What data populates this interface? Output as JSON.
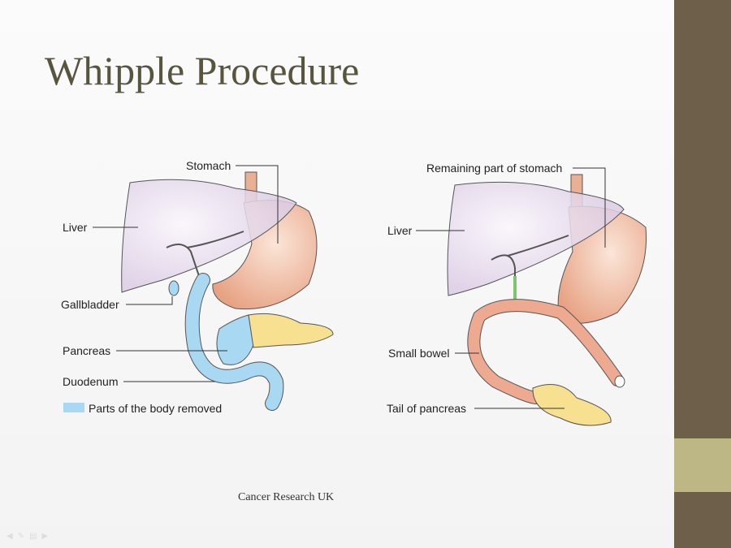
{
  "slide": {
    "title": "Whipple Procedure",
    "credit": "Cancer Research UK"
  },
  "left_diagram": {
    "labels": {
      "stomach": "Stomach",
      "liver": "Liver",
      "gallbladder": "Gallbladder",
      "pancreas": "Pancreas",
      "duodenum": "Duodenum"
    },
    "legend": "Parts of the body removed"
  },
  "right_diagram": {
    "labels": {
      "stomach": "Remaining part of stomach",
      "liver": "Liver",
      "small_bowel": "Small bowel",
      "tail": "Tail of pancreas"
    }
  },
  "colors": {
    "removed": "#a9d8f2",
    "liver": "#e6d9ec",
    "stomach": "#ecae91",
    "pancreas": "#f7e08f",
    "sidebar": "#6e5f4b",
    "accent": "#bdb685"
  }
}
